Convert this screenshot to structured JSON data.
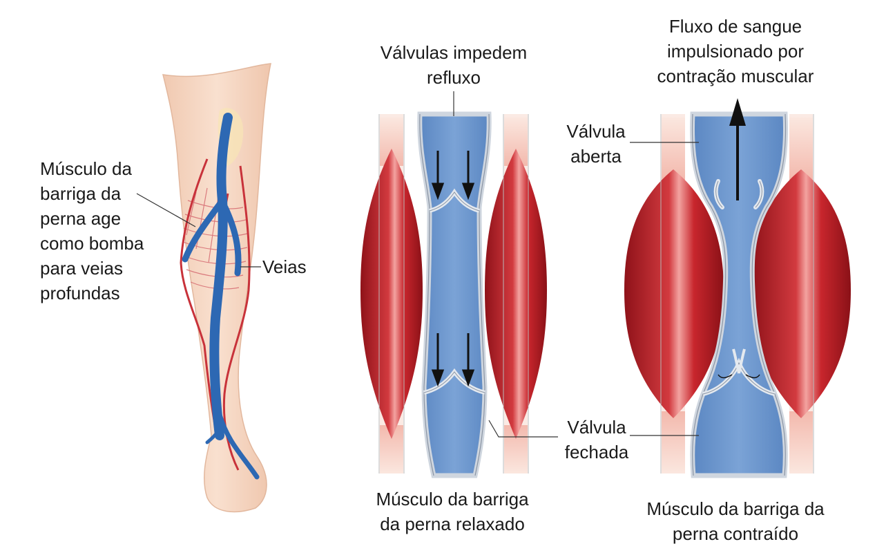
{
  "labels": {
    "calf_muscle": [
      "Músculo da",
      "barriga da",
      "perna age",
      "como bomba",
      "para veias",
      "profundas"
    ],
    "veins": "Veias",
    "valves_prevent": [
      "Válvulas impedem",
      "refluxo"
    ],
    "blood_flow": [
      "Fluxo de sangue",
      "impulsionado por",
      "contração muscular"
    ],
    "valve_open": [
      "Válvula",
      "aberta"
    ],
    "valve_closed": [
      "Válvula",
      "fechada"
    ],
    "relaxed_caption": [
      "Músculo da barriga",
      "da perna relaxado"
    ],
    "contracted_caption": [
      "Músculo da barriga da",
      "perna contraído"
    ]
  },
  "colors": {
    "skin": "#f6d9c4",
    "skin_shade": "#ecc3a8",
    "vein_blue": "#4f86c6",
    "vein_dark": "#2d68b3",
    "artery_red": "#c8323a",
    "muscle_red": "#c0262d",
    "vessel_wall": "#d7dce3",
    "blood_fill": "#6f98cf"
  }
}
